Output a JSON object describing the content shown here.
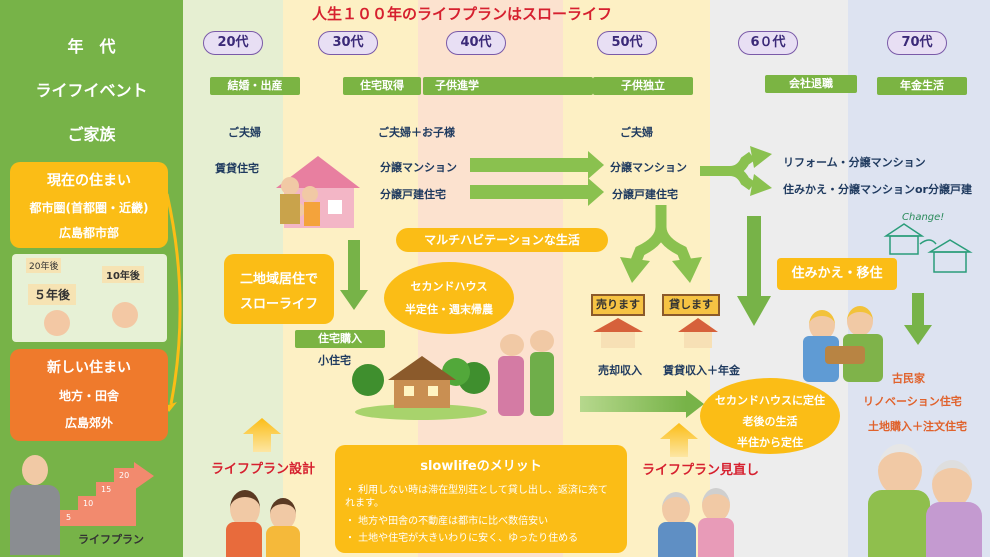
{
  "title": "人生１００年のライフプランはスローライフ",
  "rows": {
    "age": "年　代",
    "event": "ライフイベント",
    "family": "ご家族"
  },
  "decades": [
    "20代",
    "30代",
    "40代",
    "50代",
    "6０代",
    "70代"
  ],
  "events": [
    "結婚・出産",
    "住宅取得",
    "子供進学",
    "子供独立",
    "会社退職",
    "年金生活"
  ],
  "family": {
    "couple": "ご夫婦",
    "with_children": "ご夫婦＋お子様",
    "couple_later": "ご夫婦"
  },
  "housing": {
    "rental": "賃貸住宅",
    "condo_30": "分譲マンション",
    "house_30": "分譲戸建住宅",
    "condo_50": "分譲マンション",
    "house_50": "分譲戸建住宅",
    "reform": "リフォーム・分譲マンション",
    "relocate": "住みかえ・分譲マンションor分譲戸建"
  },
  "current_home": {
    "title": "現在の住まい",
    "line1": "都市圏(首都圏・近畿)",
    "line2": "広島都市部"
  },
  "new_home": {
    "title": "新しい住まい",
    "line1": "地方・田舎",
    "line2": "広島郊外"
  },
  "road_signs": {
    "sign20": "20年後",
    "sign10": "10年後",
    "sign5": "５年後"
  },
  "stairs": {
    "s20": "20",
    "s15": "15",
    "s10": "10",
    "s5": "5"
  },
  "plan_label": "ライフプラン",
  "two_region": {
    "line1": "二地域居住で",
    "line2": "スローライフ"
  },
  "multi_hab": "マルチハビテーションな生活",
  "second_house": {
    "line1": "セカンドハウス",
    "line2": "半定住・週末帰農"
  },
  "purchase": {
    "tag": "住宅購入",
    "sub": "小住宅"
  },
  "sell": {
    "sign": "売ります",
    "sub": "売却収入"
  },
  "rent": {
    "sign": "貸します",
    "sub": "賃貸収入＋年金"
  },
  "relocation": "住みかえ・移住",
  "change_text": "Change!",
  "settle": {
    "line1": "セカンドハウスに定住",
    "line2": "老後の生活",
    "line3": "半住から定住"
  },
  "old_house": {
    "line1": "古民家",
    "line2": "リノベーション住宅",
    "line3": "土地購入＋注文住宅"
  },
  "design": "ライフプラン設計",
  "review": "ライフプラン見直し",
  "merit": {
    "title": "slowlifeのメリット",
    "items": [
      "・ 利用しない時は滞在型別荘として貸し出し、返済に充てれます。",
      "・ 地方や田舎の不動産は都市に比べ数倍安い",
      "・ 土地や住宅が大きいわりに安く、ゆったり住める"
    ]
  },
  "colors": {
    "sidebar": "#77b348",
    "col20": "#e6efd2",
    "col30": "#fdf0c4",
    "col40": "#fce2cf",
    "col50": "#fdf0c4",
    "col60": "#eeeeee",
    "col70": "#dde3f1",
    "accent_yellow": "#fbbd16",
    "accent_orange": "#ef7a2c",
    "arrow_green": "#77b348",
    "title_red": "#d6202f"
  }
}
